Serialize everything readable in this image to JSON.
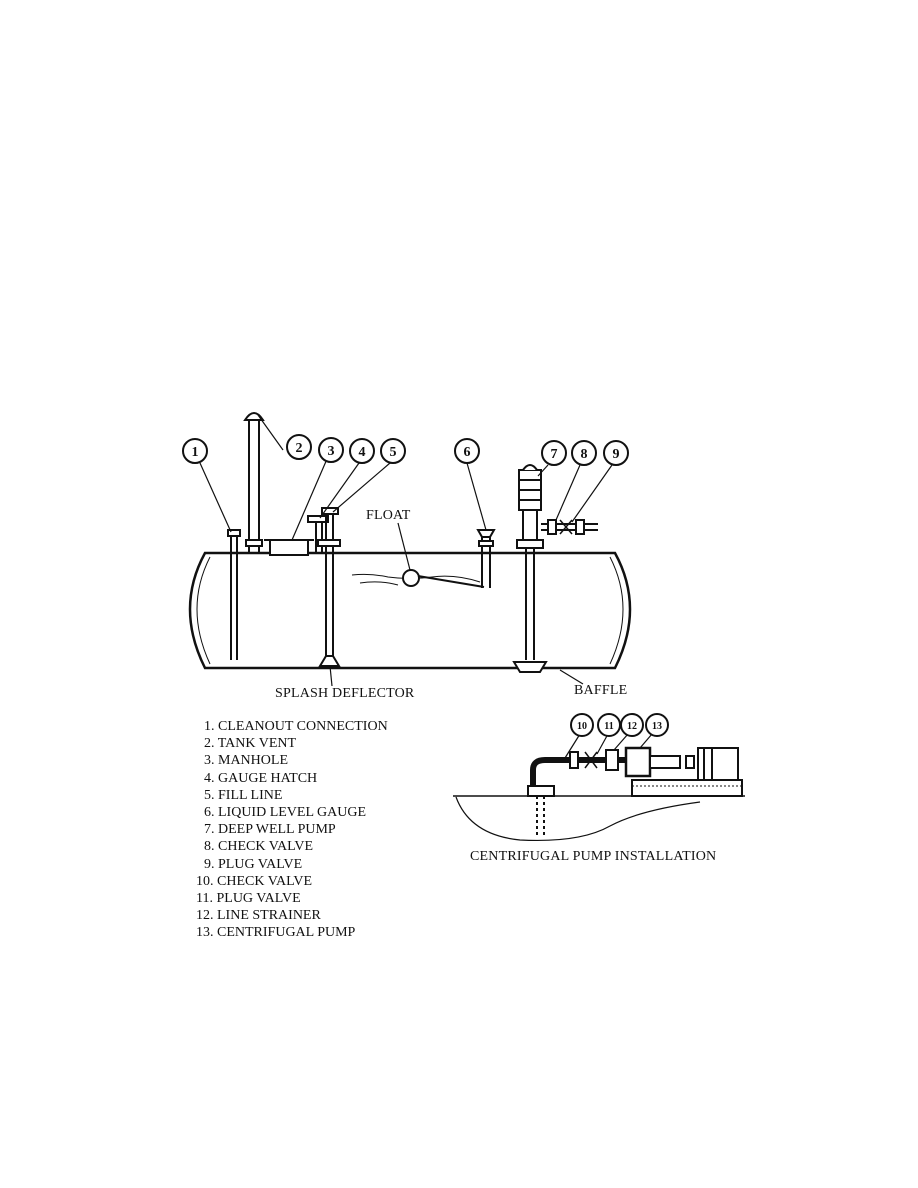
{
  "callouts": [
    "1",
    "2",
    "3",
    "4",
    "5",
    "6",
    "7",
    "8",
    "9",
    "10",
    "11",
    "12",
    "13"
  ],
  "labels": {
    "float": "FLOAT",
    "splash_deflector": "SPLASH DEFLECTOR",
    "baffle": "BAFFLE",
    "pump_installation": "CENTRIFUGAL PUMP INSTALLATION"
  },
  "legend": [
    "1. CLEANOUT CONNECTION",
    "2. TANK VENT",
    "3. MANHOLE",
    "4. GAUGE HATCH",
    "5. FILL LINE",
    "6. LIQUID LEVEL GAUGE",
    "7. DEEP WELL PUMP",
    "8. CHECK VALVE",
    "9. PLUG VALVE",
    "10. CHECK VALVE",
    "11. PLUG VALVE",
    "12. LINE STRAINER",
    "13. CENTRIFUGAL PUMP"
  ]
}
